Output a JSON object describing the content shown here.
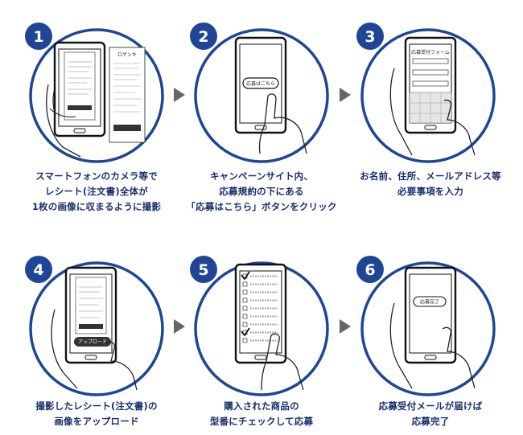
{
  "colors": {
    "ring": "#1f4696",
    "badge": "#1f4696",
    "caption": "#1a2e6e",
    "arrow": "#666666"
  },
  "steps": [
    {
      "number": "1",
      "lines": [
        "スマートフォンのカメラ等で",
        "レシート(注文書)全体が",
        "1枚の画像に収まるように撮影"
      ],
      "receipt_logo": "ロゲンキ"
    },
    {
      "number": "2",
      "lines": [
        "キャンペーンサイト内、",
        "応募規約の下にある",
        "「応募はこちら」ボタンをクリック"
      ],
      "screen_button": "応募はこちら"
    },
    {
      "number": "3",
      "lines": [
        "お名前、住所、メールアドレス等",
        "必要事項を入力"
      ],
      "form_title": "応募受付フォーム"
    },
    {
      "number": "4",
      "lines": [
        "撮影したレシート(注文書)の",
        "画像をアップロード"
      ],
      "screen_button": "アップロード"
    },
    {
      "number": "5",
      "lines": [
        "購入された商品の",
        "型番にチェックして応募"
      ]
    },
    {
      "number": "6",
      "lines": [
        "応募受付メールが届けば",
        "応募完了"
      ],
      "screen_label": "応募完了"
    }
  ]
}
